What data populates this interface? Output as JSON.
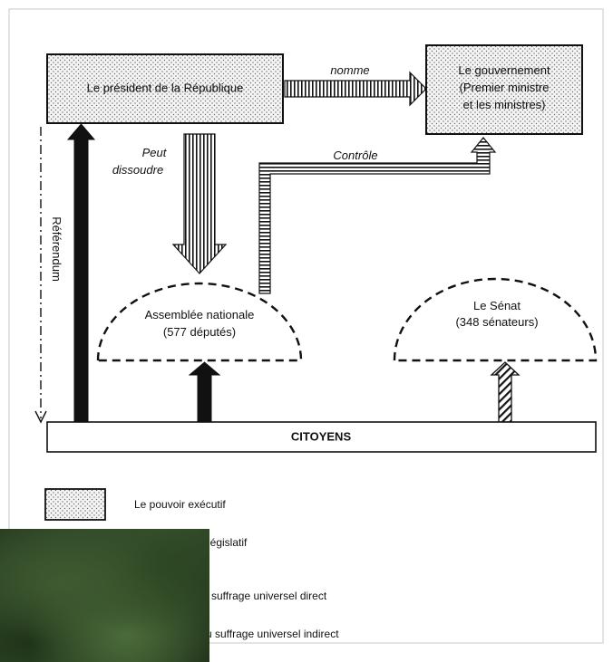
{
  "diagram": {
    "president": "Le président de la République",
    "government_line1": "Le gouvernement",
    "government_line2": "(Premier ministre",
    "government_line3": "et les ministres)",
    "nomme": "nomme",
    "peut": "Peut",
    "dissoudre": "dissoudre",
    "controle": "Contrôle",
    "referendum": "Référendum",
    "assemblee_line1": "Assemblée nationale",
    "assemblee_line2": "(577 députés)",
    "senat_line1": "Le Sénat",
    "senat_line2": "(348 sénateurs)",
    "citoyens": "CITOYENS"
  },
  "legend": {
    "executif": "Le pouvoir exécutif",
    "legislatif": "législatif",
    "direct": "suffrage universel direct",
    "indirect": "u suffrage universel indirect"
  }
}
